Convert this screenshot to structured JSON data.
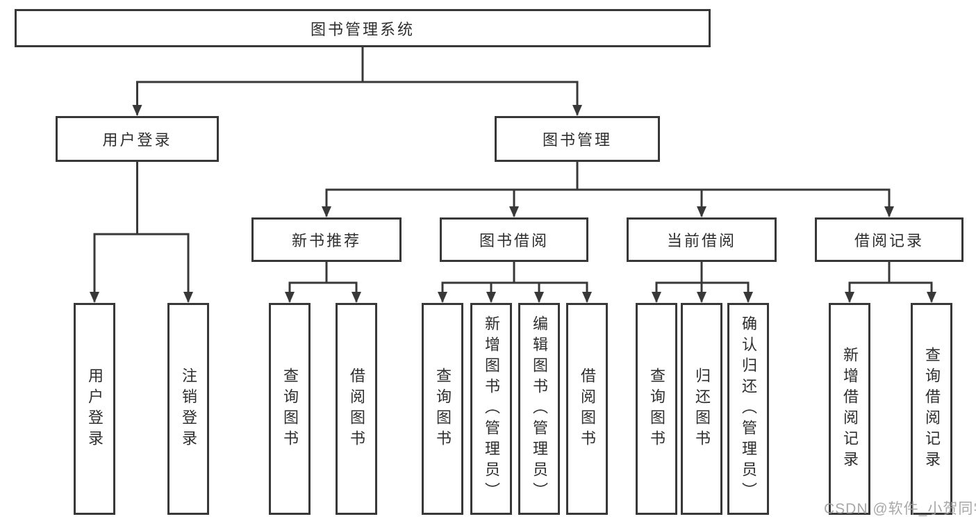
{
  "diagram": {
    "root": {
      "label": "图书管理系统"
    },
    "level2": [
      {
        "id": "user-login",
        "label": "用户登录"
      },
      {
        "id": "book-management",
        "label": "图书管理"
      }
    ],
    "level3": [
      {
        "id": "new-book-recommend",
        "label": "新书推荐",
        "parent": "book-management"
      },
      {
        "id": "book-borrowing",
        "label": "图书借阅",
        "parent": "book-management"
      },
      {
        "id": "current-borrowing",
        "label": "当前借阅",
        "parent": "book-management"
      },
      {
        "id": "borrowing-records",
        "label": "借阅记录",
        "parent": "book-management"
      }
    ],
    "leaves": [
      {
        "parent": "user-login",
        "label": "用户登录"
      },
      {
        "parent": "user-login",
        "label": "注销登录"
      },
      {
        "parent": "new-book-recommend",
        "label": "查询图书"
      },
      {
        "parent": "new-book-recommend",
        "label": "借阅图书"
      },
      {
        "parent": "book-borrowing",
        "label": "查询图书"
      },
      {
        "parent": "book-borrowing",
        "label": "新增图书（管理员）"
      },
      {
        "parent": "book-borrowing",
        "label": "编辑图书（管理员）"
      },
      {
        "parent": "book-borrowing",
        "label": "借阅图书"
      },
      {
        "parent": "current-borrowing",
        "label": "查询图书"
      },
      {
        "parent": "current-borrowing",
        "label": "归还图书"
      },
      {
        "parent": "current-borrowing",
        "label": "确认归还（管理员）"
      },
      {
        "parent": "borrowing-records",
        "label": "新增借阅记录"
      },
      {
        "parent": "borrowing-records",
        "label": "查询借阅记录"
      }
    ],
    "colors": {
      "line": "#383838",
      "border": "#383838",
      "text": "#2e2e2e",
      "background": "#ffffff",
      "watermark": "#9e9e9e"
    }
  },
  "watermark": {
    "text": "CSDN @软件_小贺同学"
  }
}
